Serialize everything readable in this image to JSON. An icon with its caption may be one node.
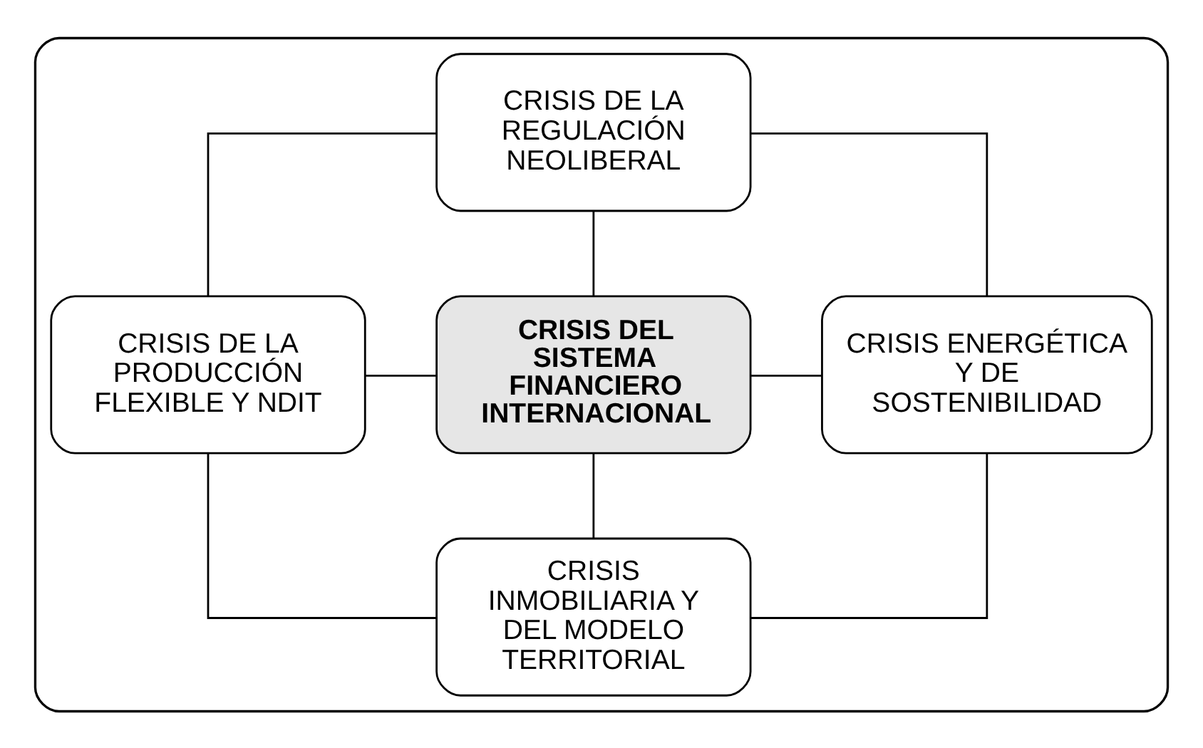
{
  "diagram": {
    "nodes": [
      {
        "text": [],
        "shape": "box"
      },
      {
        "text": [
          "CRISIS DE LA REGULACIÓN NEOLIBERAL"
        ],
        "in": 0
      },
      {
        "text": [
          "CRISIS DE LA PRODUCCIÓN FLEXIBLE Y NDIT"
        ],
        "in": 0
      },
      {
        "text": [
          "CRISIS DEL SISTEMA FINANCIERO INTERNACIONAL"
        ],
        "in": 0
      },
      {
        "text": [
          "CRISIS ENERGÉTICA Y DE SOSTENIBILIDAD"
        ],
        "in": 0
      },
      {
        "text": [
          "CRISIS INMOBILIARIA Y DEL MODELO TERRITORIAL"
        ],
        "in": 0
      }
    ],
    "edges": [
      {
        "from": 1,
        "to": 2,
        "arrow": "none"
      },
      {
        "from": 1,
        "to": 4,
        "arrow": "none"
      },
      {
        "from": 1,
        "to": 3,
        "arrow": "none"
      },
      {
        "from": 2,
        "to": 3,
        "arrow": "none"
      },
      {
        "from": 3,
        "to": 4,
        "arrow": "none"
      },
      {
        "from": 3,
        "to": 5,
        "arrow": "none"
      },
      {
        "from": 2,
        "to": 5,
        "arrow": "none"
      },
      {
        "from": 4,
        "to": 5,
        "arrow": "none"
      }
    ]
  }
}
